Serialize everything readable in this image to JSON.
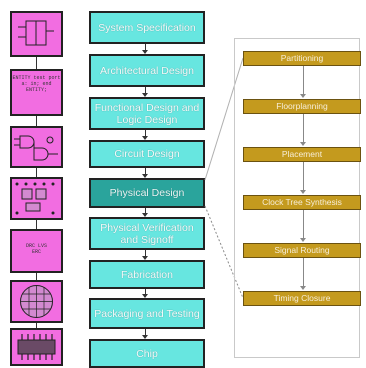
{
  "flow": {
    "steps": [
      {
        "label": "System Specification"
      },
      {
        "label": "Architectural Design"
      },
      {
        "label": "Functional Design and Logic Design"
      },
      {
        "label": "Circuit Design"
      },
      {
        "label": "Physical Design"
      },
      {
        "label": "Physical Verification and Signoff"
      },
      {
        "label": "Fabrication"
      },
      {
        "label": "Packaging and Testing"
      },
      {
        "label": "Chip"
      }
    ]
  },
  "physical_design": {
    "steps": [
      {
        "label": "Partitioning"
      },
      {
        "label": "Floorplanning"
      },
      {
        "label": "Placement"
      },
      {
        "label": "Clock Tree Synthesis"
      },
      {
        "label": "Signal Routing"
      },
      {
        "label": "Timing Closure"
      }
    ]
  },
  "thumbnails": {
    "hdl": "ENTITY test port a: in; end ENTITY;",
    "layout": "DRC LVS ERC"
  },
  "colors": {
    "step_fill": "#67e6e0",
    "active_fill": "#2aa49c",
    "thumb_fill": "#f26de1",
    "sub_fill": "#c49a1e"
  }
}
